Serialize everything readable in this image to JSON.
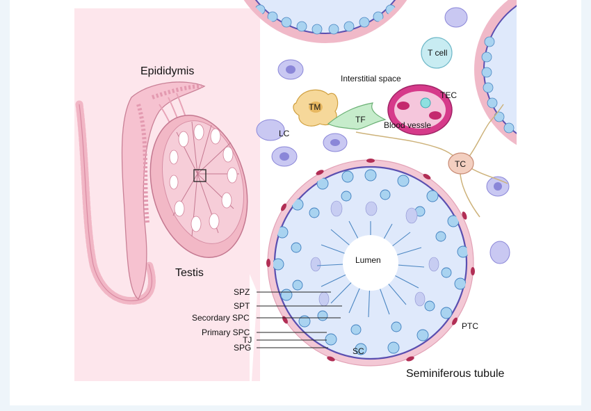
{
  "labels": {
    "epididymis": "Epididymis",
    "testis": "Testis",
    "interstitial_space": "Interstitial space",
    "t_cell": "T cell",
    "tec": "TEC",
    "tm": "TM",
    "tf": "TF",
    "blood_vessel": "Blood vessle",
    "lc": "LC",
    "tc": "TC",
    "lumen": "Lumen",
    "spz": "SPZ",
    "spt": "SPT",
    "secondary_spc": "Secordary SPC",
    "primary_spc": "Primary SPC",
    "tj": "TJ",
    "spg": "SPG",
    "sc": "SC",
    "ptc": "PTC",
    "seminiferous_tubule": "Seminiferous tubule"
  },
  "colors": {
    "panel_bg": "#fde6ec",
    "tubule_fill": "#dfe9fb",
    "tubule_border": "#5a4fb0",
    "myoid_cell": "#f4c9d6",
    "germ_cell": "#a9d3f0",
    "blood_vessel": "#d63a8a",
    "epididymis": "#f6c2d0",
    "testis": "#f2b8c6"
  }
}
